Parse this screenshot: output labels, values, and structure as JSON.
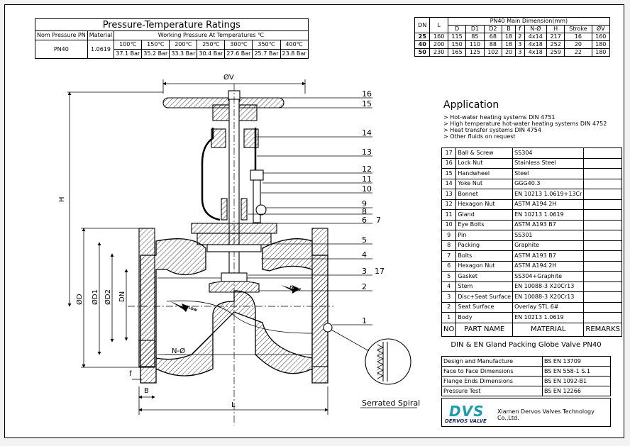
{
  "ratings": {
    "title": "Pressure-Temperature Ratings",
    "col_nom": "Nom Pressure PN",
    "col_material": "Material",
    "col_working": "Working Pressure At Temperatures ℃",
    "nominal": "PN40",
    "material": "1.0619",
    "temps": [
      "100℃",
      "150℃",
      "200℃",
      "250℃",
      "300℃",
      "350℃",
      "400℃"
    ],
    "pressures": [
      "37.1 Bar",
      "35.2 Bar",
      "33.3 Bar",
      "30.4 Bar",
      "27.6 Bar",
      "25.7 Bar",
      "23.8 Bar"
    ]
  },
  "dimensions": {
    "title": "PN40 Main Dimension(mm)",
    "h_dn": "DN",
    "h_l": "L",
    "headers": [
      "D",
      "D1",
      "D2",
      "B",
      "f",
      "N-Ø",
      "H",
      "Stroke",
      "ØV"
    ],
    "rows": [
      [
        "25",
        "160",
        "115",
        "85",
        "68",
        "18",
        "2",
        "4x14",
        "217",
        "16",
        "160"
      ],
      [
        "40",
        "200",
        "150",
        "110",
        "88",
        "18",
        "3",
        "4x18",
        "252",
        "20",
        "180"
      ],
      [
        "50",
        "230",
        "165",
        "125",
        "102",
        "20",
        "3",
        "4x18",
        "259",
        "22",
        "180"
      ]
    ]
  },
  "application": {
    "title": "Application",
    "items": [
      "> Hot-water heating systems DIN 4751",
      "> High temperature hot-water heating systems DIN 4752",
      "> Heat transfer systems DIN 4754",
      "> Other fluids on request"
    ]
  },
  "parts": {
    "rows": [
      [
        "17",
        "Ball & Screw",
        "SS304"
      ],
      [
        "16",
        "Lock Nut",
        "Stainless Steel"
      ],
      [
        "15",
        "Handwheel",
        "Steel"
      ],
      [
        "14",
        "Yoke Nut",
        "GGG40.3"
      ],
      [
        "13",
        "Bonnet",
        "EN 10213 1.0619+13Cr"
      ],
      [
        "12",
        "Hexagon Nut",
        "ASTM A194 2H"
      ],
      [
        "11",
        "Gland",
        "EN 10213 1.0619"
      ],
      [
        "10",
        "Eye Bolts",
        "ASTM A193 B7"
      ],
      [
        "9",
        "Pin",
        "SS301"
      ],
      [
        "8",
        "Packing",
        "Graphite"
      ],
      [
        "7",
        "Bolts",
        "ASTM A193 B7"
      ],
      [
        "6",
        "Hexagon Nut",
        "ASTM A194 2H"
      ],
      [
        "5",
        "Gasket",
        "SS304+Graphite"
      ],
      [
        "4",
        "Stem",
        "EN 10088-3 X20Cr13"
      ],
      [
        "3",
        "Disc+Seat Surface",
        "EN 10088-3 X20Cr13"
      ],
      [
        "2",
        "Seat Surface",
        "Overlay STL 6#"
      ],
      [
        "1",
        "Body",
        "EN 10213 1.0619"
      ]
    ],
    "h_no": "NO",
    "h_name": "PART NAME",
    "h_material": "MATERIAL",
    "h_remarks": "REMARKS"
  },
  "valve_title": "DIN & EN Gland Packing Globe Valve PN40",
  "standards": [
    [
      "Design and Manufacture",
      "BS EN 13709"
    ],
    [
      "Face to Face Dimensions",
      "BS EN 558-1 S.1"
    ],
    [
      "Flange Ends Dimensions",
      "BS EN 1092-B1"
    ],
    [
      "Pressure Test",
      "BS EN 12266"
    ]
  ],
  "company": {
    "logo": "DVS",
    "logo_sub": "DERVOS VALVE",
    "name": "Xiamen Dervos Valves Technology Co.,Ltd."
  },
  "drawing": {
    "dim_v": "ØV",
    "dim_h": "H",
    "dim_d": "ØD",
    "dim_d1": "ØD1",
    "dim_d2": "ØD2",
    "dim_dn": "DN",
    "dim_n": "N-Ø",
    "dim_f": "f",
    "dim_b": "B",
    "dim_l": "L",
    "flow1": "FLOW",
    "flow2": "FLOW",
    "detail": "Serrated Spiral",
    "callouts": [
      "16",
      "15",
      "14",
      "13",
      "12",
      "11",
      "10",
      "9",
      "8",
      "6",
      "7",
      "5",
      "4",
      "3",
      "17",
      "2",
      "1"
    ]
  },
  "colors": {
    "logo": "#1d9bb0",
    "logo_sub": "#1b2a6b"
  }
}
